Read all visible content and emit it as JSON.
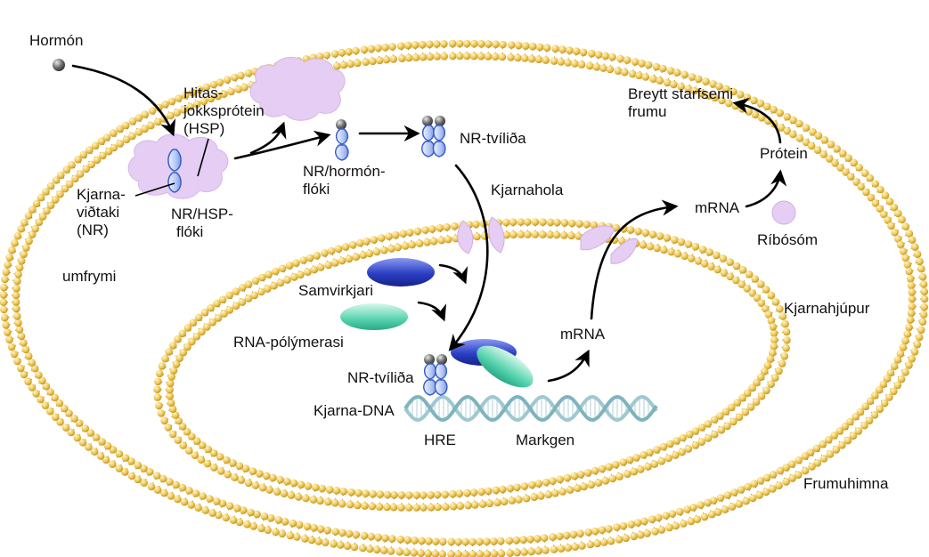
{
  "labels": {
    "hormone": "Hormón",
    "hsp_1": "Hitas-",
    "hsp_2": "jokksprótein",
    "hsp_3": "(HSP)",
    "nr_1": "Kjarna-",
    "nr_2": "viðtaki",
    "nr_3": "(NR)",
    "nr_hsp_1": "NR/HSP-",
    "nr_hsp_2": "flóki",
    "nr_hormone_1": "NR/hormón-",
    "nr_hormone_2": "flóki",
    "nr_dimer_top": "NR-tvíliða",
    "nuclear_pore": "Kjarnahola",
    "cytoplasm": "umfrymi",
    "coactivator": "Samvirkjari",
    "rna_polymerase": "RNA-pólýmerasi",
    "nr_dimer_bottom": "NR-tvíliða",
    "nuclear_dna": "Kjarna-DNA",
    "hre": "HRE",
    "target_gene": "Markgen",
    "mrna_inner": "mRNA",
    "mrna_outer": "mRNA",
    "protein": "Prótein",
    "ribosome": "Ríbósóm",
    "altered_function_1": "Breytt starfsemi",
    "altered_function_2": "frumu",
    "nuclear_envelope": "Kjarnahjúpur",
    "cell_membrane": "Frumuhimna"
  },
  "colors": {
    "membrane": "#e9c14f",
    "membrane_dark": "#b58a1c",
    "hsp": "#e6cdf3",
    "hsp_edge": "#cfaee3",
    "receptor": "#a9bff0",
    "receptor_edge": "#3a5fc9",
    "hormone": "#6e6e6e",
    "coactivator": "#2f45c9",
    "polymerase": "#54d6ae",
    "dna": "#9fc8cf",
    "arrow": "#000000"
  }
}
